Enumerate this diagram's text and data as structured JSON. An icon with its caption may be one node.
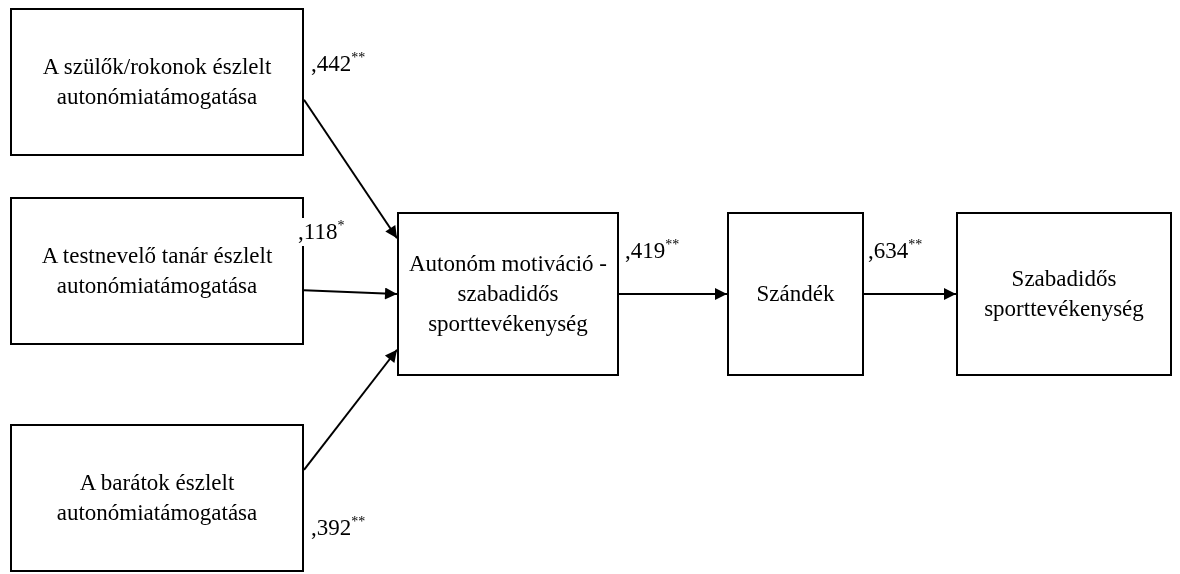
{
  "diagram": {
    "nodes": [
      {
        "text": [
          "A szülők/rokonok észlelt autonómiatámogatása"
        ]
      },
      {
        "text": [
          "A testnevelő tanár észlelt autonómiatámogatása"
        ]
      },
      {
        "text": [
          "A barátok észlelt autonómiatámogatása"
        ]
      },
      {
        "text": [
          "Autonóm motiváció - szabadidős sporttevékenység"
        ]
      },
      {
        "text": [
          "Szándék"
        ]
      },
      {
        "text": [
          "Szabadidős sporttevékenység"
        ]
      }
    ],
    "edges": [
      {
        "from": 0,
        "to": 3,
        "arrow": "to",
        "label": ",442$^{**}$"
      },
      {
        "from": 1,
        "to": 3,
        "arrow": "to",
        "label": ",118$^{*}$"
      },
      {
        "from": 2,
        "to": 3,
        "arrow": "to",
        "label": ",392$^{**}$"
      },
      {
        "from": 3,
        "to": 4,
        "arrow": "to",
        "label": ",419$^{**}$"
      },
      {
        "from": 4,
        "to": 5,
        "arrow": "to",
        "label": ",634$^{**}$"
      }
    ]
  }
}
